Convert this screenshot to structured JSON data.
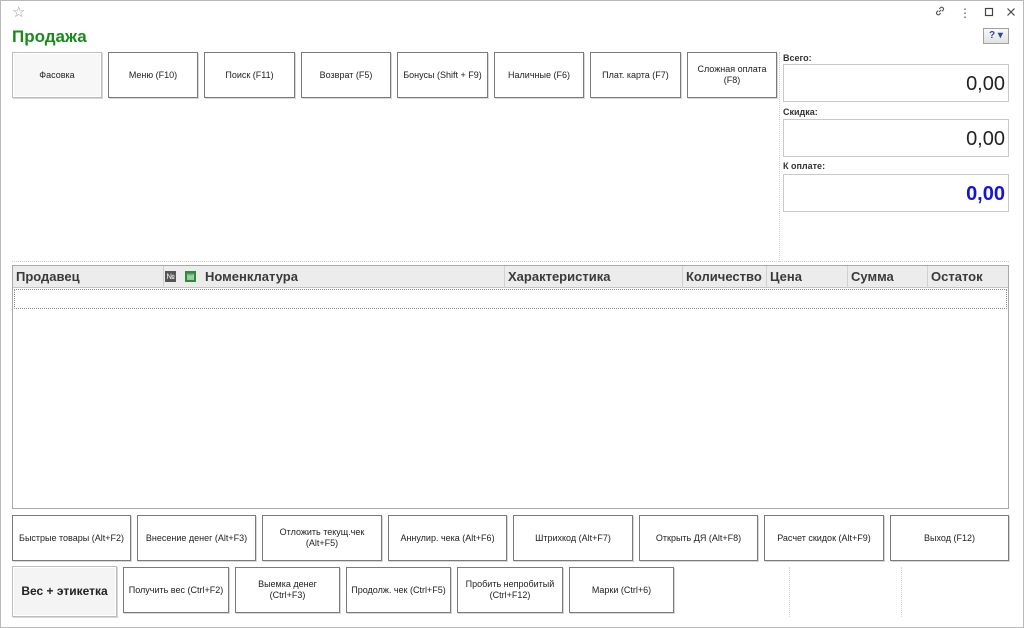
{
  "window": {
    "title": "Продажа",
    "help_label": "?"
  },
  "top_buttons": [
    {
      "label": "Фасовка"
    },
    {
      "label": "Меню (F10)"
    },
    {
      "label": "Поиск (F11)"
    },
    {
      "label": "Возврат (F5)"
    },
    {
      "label": "Бонусы (Shift + F9)"
    },
    {
      "label": "Наличные (F6)"
    },
    {
      "label": "Плат. карта (F7)"
    },
    {
      "label": "Сложная оплата (F8)"
    }
  ],
  "totals": {
    "total_label": "Всего:",
    "total_value": "0,00",
    "discount_label": "Скидка:",
    "discount_value": "0,00",
    "due_label": "К оплате:",
    "due_value": "0,00"
  },
  "table": {
    "columns": [
      "Продавец",
      "Номенклатура",
      "Характеристика",
      "Количество",
      "Цена",
      "Сумма",
      "Остаток"
    ],
    "number_icon": "№"
  },
  "bottom_row1": [
    {
      "label": "Быстрые товары (Alt+F2)"
    },
    {
      "label": "Внесение денег (Alt+F3)"
    },
    {
      "label": "Отложить текущ.чек (Alt+F5)"
    },
    {
      "label": "Аннулир. чека (Alt+F6)"
    },
    {
      "label": "Штрихкод (Alt+F7)"
    },
    {
      "label": "Открыть ДЯ (Alt+F8)"
    },
    {
      "label": "Расчет скидок (Alt+F9)"
    },
    {
      "label": "Выход (F12)"
    }
  ],
  "bottom_row2": [
    {
      "label": "Вес + этикетка"
    },
    {
      "label": "Получить вес (Ctrl+F2)"
    },
    {
      "label": "Выемка денег (Ctrl+F3)"
    },
    {
      "label": "Продолж. чек (Ctrl+F5)"
    },
    {
      "label": "Пробить непробитый (Ctrl+F12)"
    },
    {
      "label": "Марки (Ctrl+6)"
    }
  ],
  "icons": {
    "favorite": "star-icon",
    "link": "link-icon",
    "more": "more-icon",
    "maximize": "maximize-icon",
    "close": "close-icon",
    "spreadsheet": "spreadsheet-icon"
  }
}
